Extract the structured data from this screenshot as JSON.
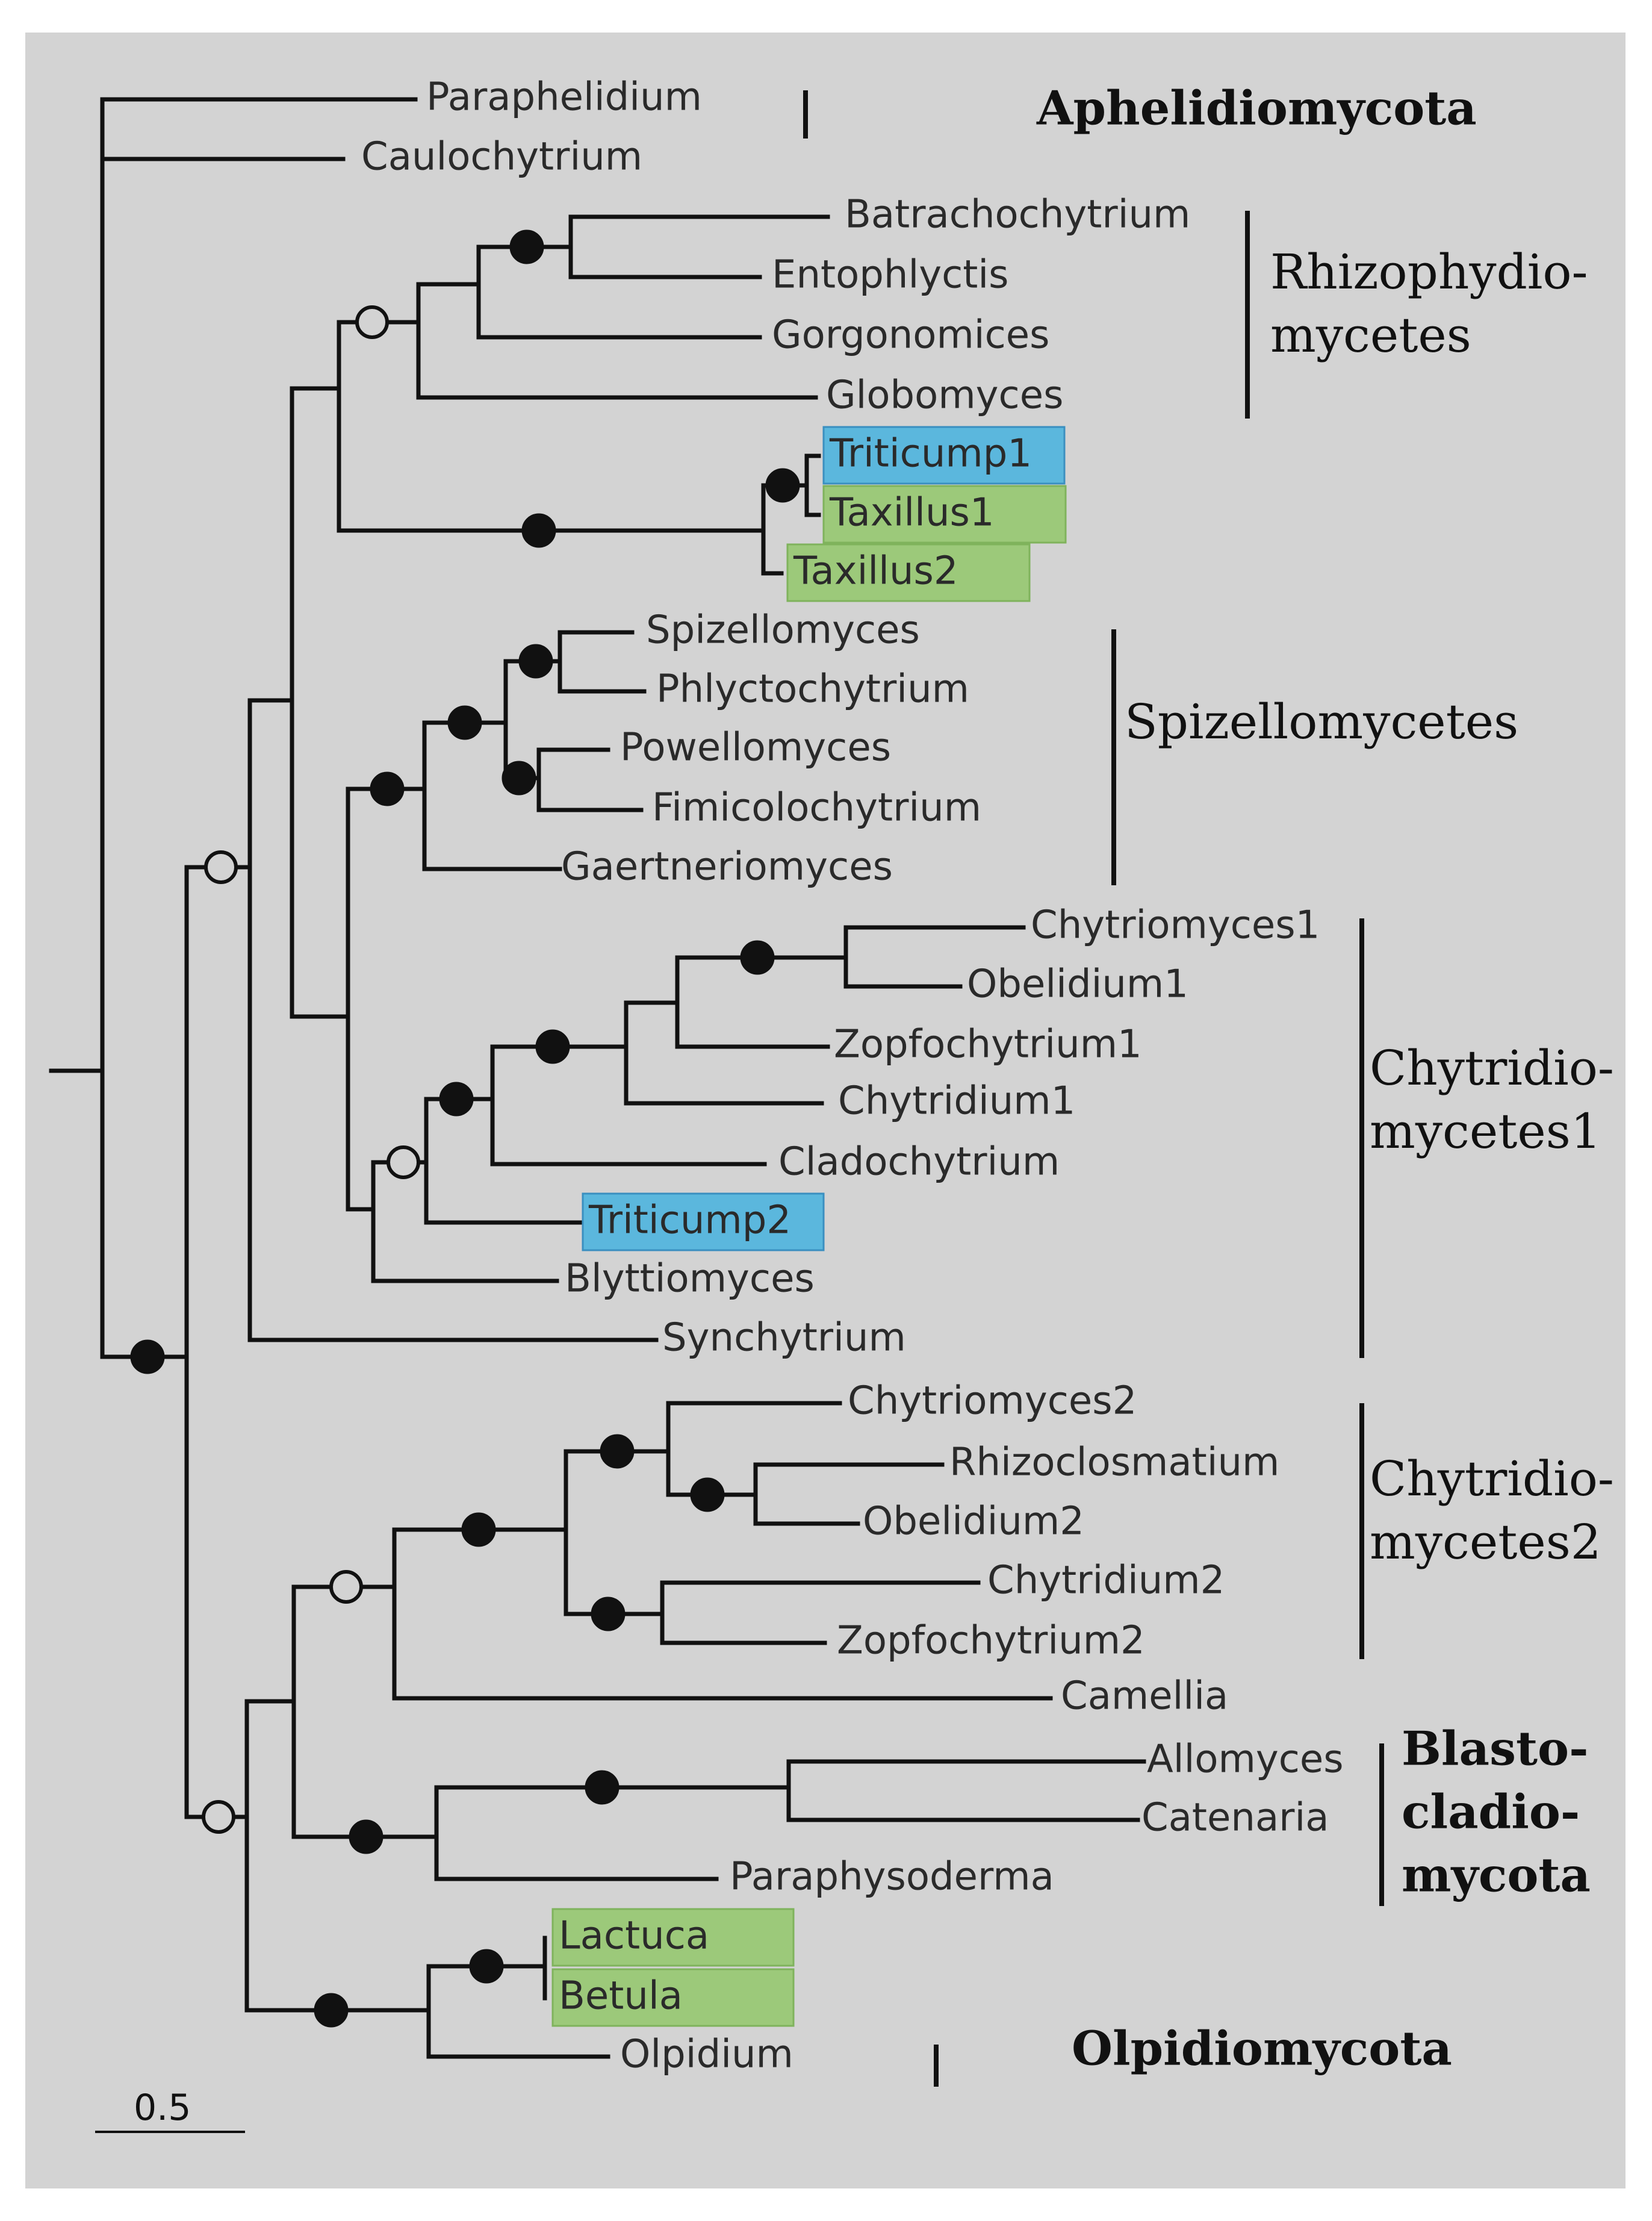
{
  "taxa": [
    {
      "name": "Paraphelidium"
    },
    {
      "name": "Caulochytrium"
    },
    {
      "name": "Batrachochytrium"
    },
    {
      "name": "Entophlyctis"
    },
    {
      "name": "Gorgonomices"
    },
    {
      "name": "Globomyces"
    },
    {
      "name": "Triticump1",
      "highlight": "#5bb7dd"
    },
    {
      "name": "Taxillus1",
      "highlight": "#9cc97a"
    },
    {
      "name": "Taxillus2",
      "highlight": "#9cc97a"
    },
    {
      "name": "Spizellomyces"
    },
    {
      "name": "Phlyctochytrium"
    },
    {
      "name": "Powellomyces"
    },
    {
      "name": "Fimicolochytrium"
    },
    {
      "name": "Gaertneriomyces"
    },
    {
      "name": "Chytriomyces1"
    },
    {
      "name": "Obelidium1"
    },
    {
      "name": "Zopfochytrium1"
    },
    {
      "name": "Chytridium1"
    },
    {
      "name": "Cladochytrium"
    },
    {
      "name": "Triticump2",
      "highlight": "#5bb7dd"
    },
    {
      "name": "Blyttiomyces"
    },
    {
      "name": "Synchytrium"
    },
    {
      "name": "Chytriomyces2"
    },
    {
      "name": "Rhizoclosmatium"
    },
    {
      "name": "Obelidium2"
    },
    {
      "name": "Chytridium2"
    },
    {
      "name": "Zopfochytrium2"
    },
    {
      "name": "Camellia"
    },
    {
      "name": "Allomyces"
    },
    {
      "name": "Catenaria"
    },
    {
      "name": "Paraphysoderma"
    },
    {
      "name": "Lactuca",
      "highlight": "#9cc97a"
    },
    {
      "name": "Betula",
      "highlight": "#9cc97a"
    },
    {
      "name": "Olpidium"
    }
  ],
  "groups": [
    {
      "lines": [
        "Aphelidiomycota"
      ],
      "style": "bold"
    },
    {
      "lines": [
        "Rhizophydio-",
        "mycetes"
      ],
      "style": "serif"
    },
    {
      "lines": [
        "Spizellomycetes"
      ],
      "style": "serif"
    },
    {
      "lines": [
        "Chytridio-",
        "mycetes1"
      ],
      "style": "serif"
    },
    {
      "lines": [
        "Chytridio-",
        "mycetes2"
      ],
      "style": "serif"
    },
    {
      "lines": [
        "Blasto-",
        "cladio-",
        "mycota"
      ],
      "style": "bold"
    },
    {
      "lines": [
        "Olpidiomycota"
      ],
      "style": "bold"
    }
  ],
  "scale_bar": {
    "label": "0.5"
  },
  "support": {
    "filled": "#111111",
    "open": "#d3d3d3"
  },
  "colors": {
    "background": "#d3d3d3",
    "frame": "#ffffff"
  }
}
